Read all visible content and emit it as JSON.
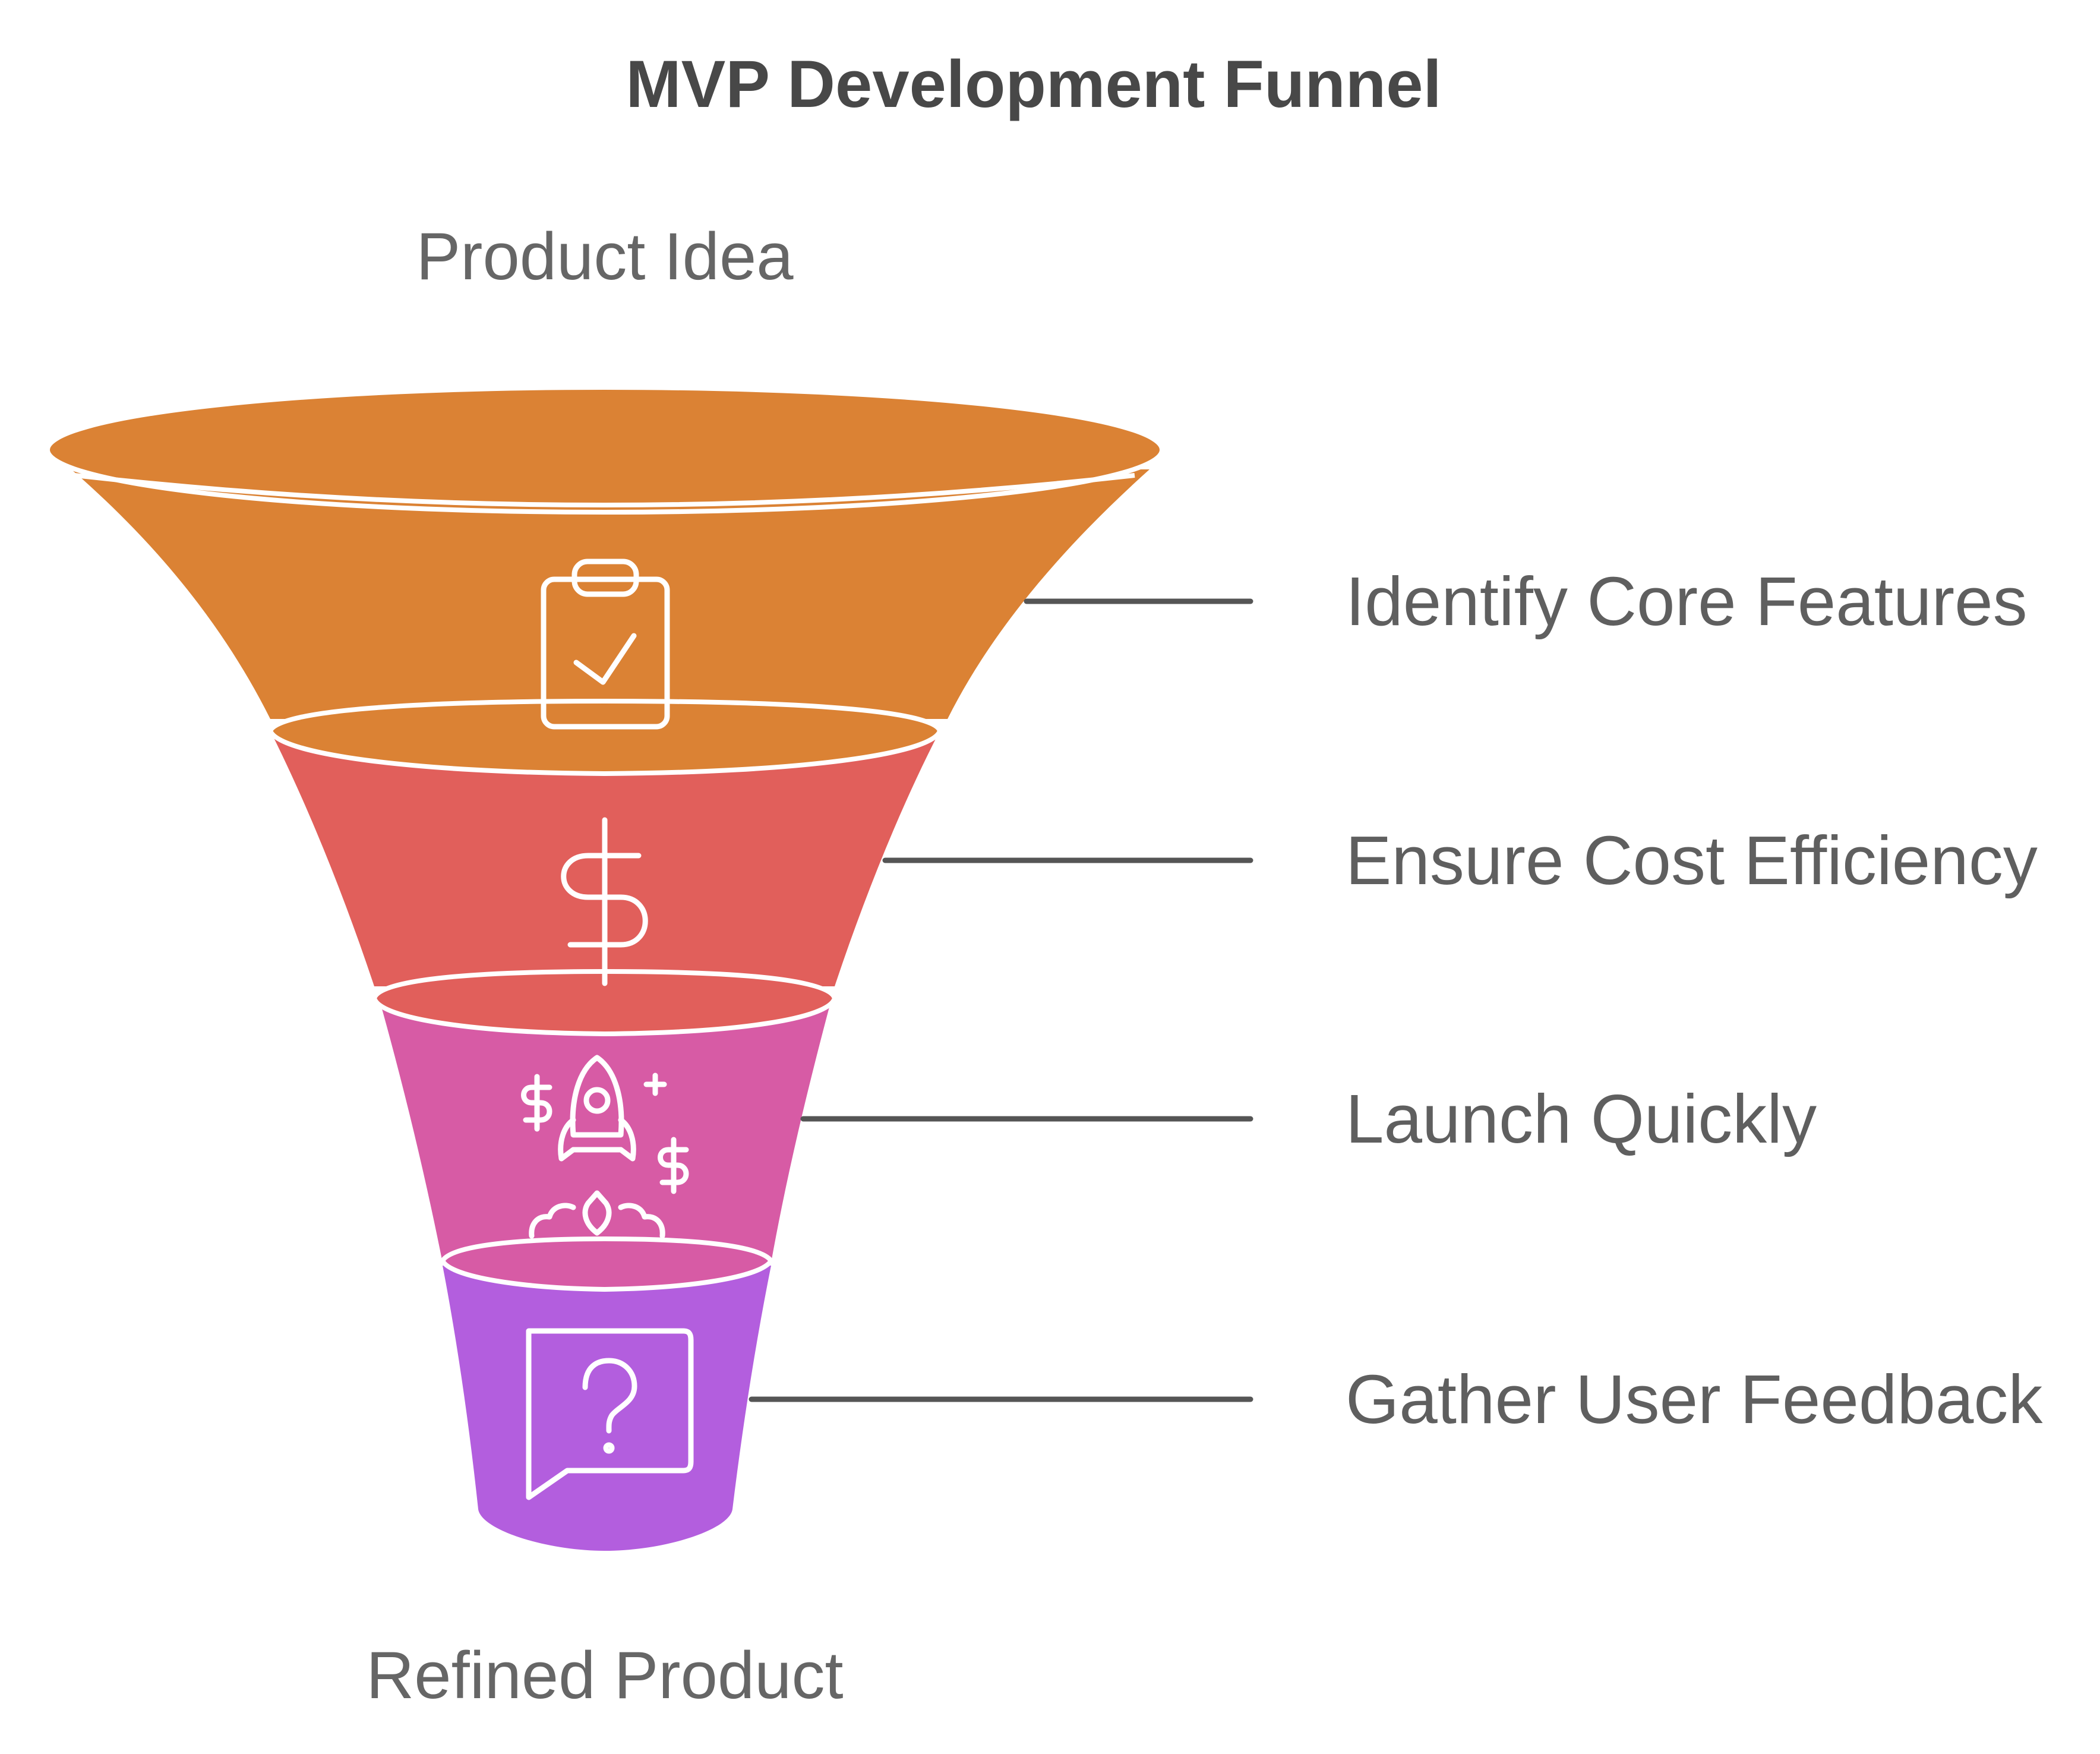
{
  "title": "MVP Development Funnel",
  "input_label": "Product Idea",
  "output_label": "Refined Product",
  "stages": [
    {
      "label": "Identify Core Features",
      "icon": "clipboard-check-icon",
      "color": "#DB8234"
    },
    {
      "label": "Ensure Cost Efficiency",
      "icon": "dollar-sign-icon",
      "color": "#E15F5B"
    },
    {
      "label": "Launch Quickly",
      "icon": "rocket-launch-icon",
      "color": "#D75BA5"
    },
    {
      "label": "Gather User Feedback",
      "icon": "question-chat-icon",
      "color": "#B35EDE"
    }
  ],
  "colors": {
    "connector": "#555555",
    "title": "#484848",
    "text": "#5F5F5F"
  }
}
